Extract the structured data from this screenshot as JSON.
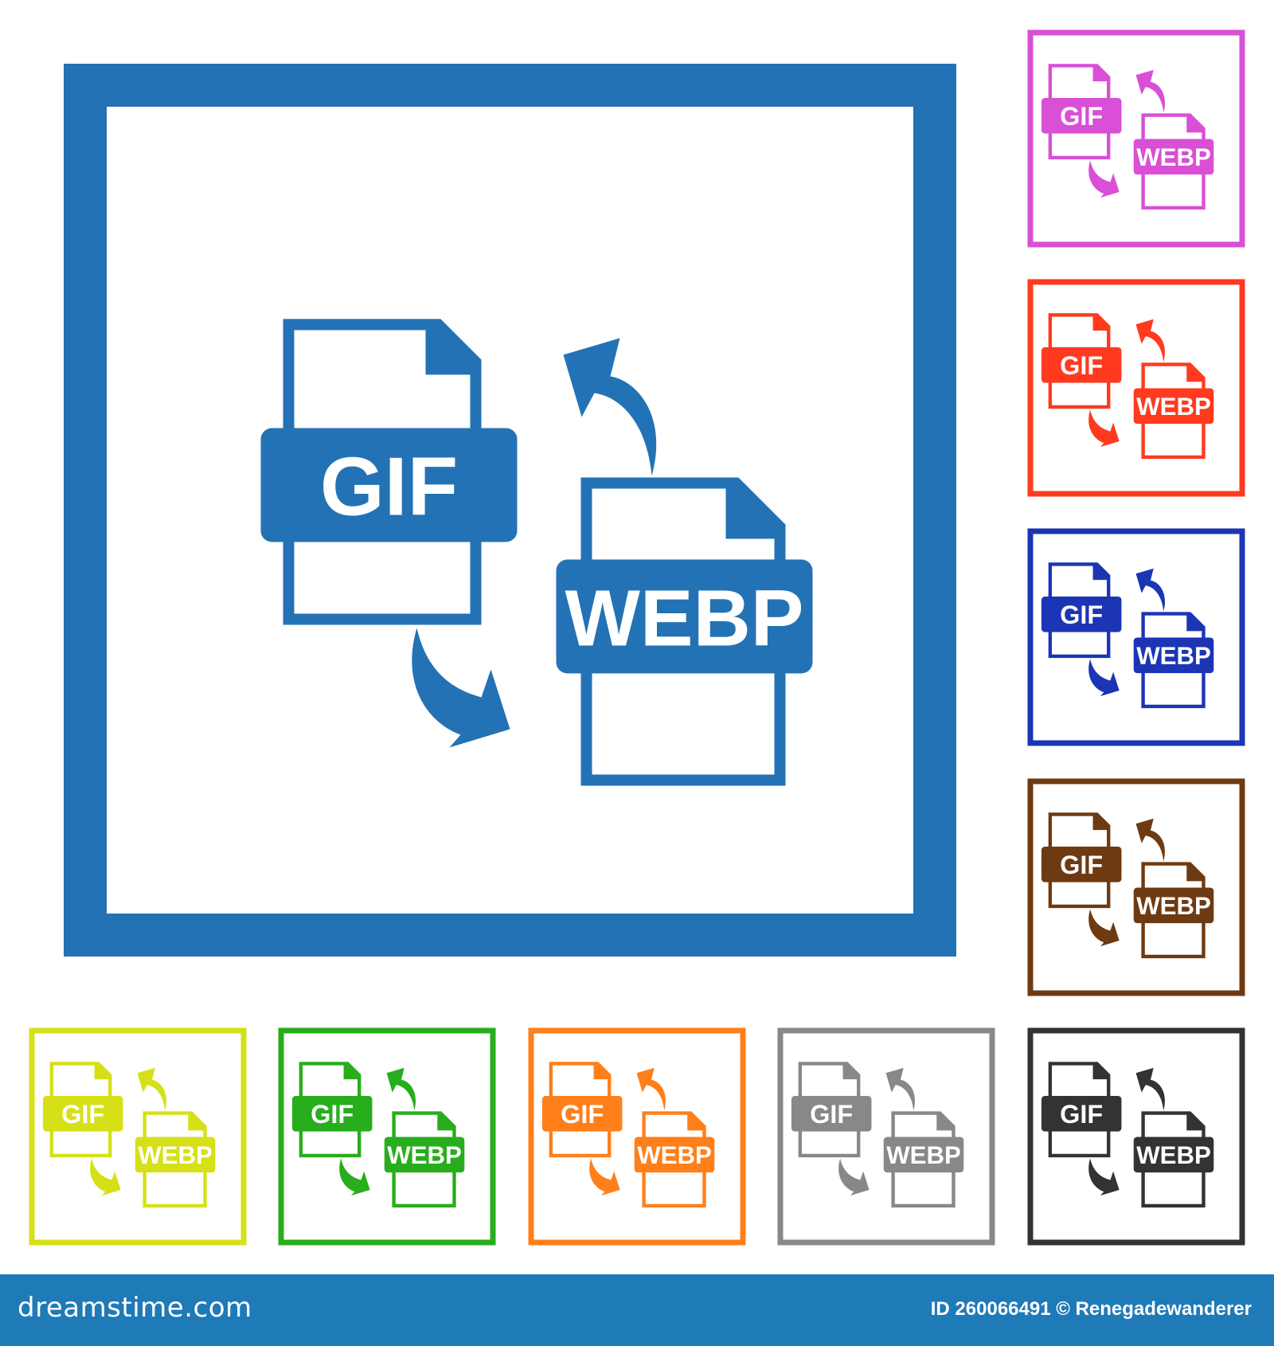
{
  "icon": {
    "source_label": "GIF",
    "target_label": "WEBP"
  },
  "variants": [
    {
      "name": "main",
      "color": "#2372b5"
    },
    {
      "name": "violet",
      "color": "#d94fd6"
    },
    {
      "name": "red",
      "color": "#ff3a1f"
    },
    {
      "name": "navy",
      "color": "#1b35b5"
    },
    {
      "name": "brown",
      "color": "#6e3a12"
    },
    {
      "name": "yellow",
      "color": "#d6e017"
    },
    {
      "name": "green",
      "color": "#28ad1c"
    },
    {
      "name": "orange",
      "color": "#ff7f1a"
    },
    {
      "name": "gray",
      "color": "#888888"
    },
    {
      "name": "black",
      "color": "#333333"
    }
  ],
  "footer": {
    "brand": "dreamstime.com",
    "credit": "ID 260066491 © Renegadewanderer",
    "color": "#1f7ab8"
  }
}
